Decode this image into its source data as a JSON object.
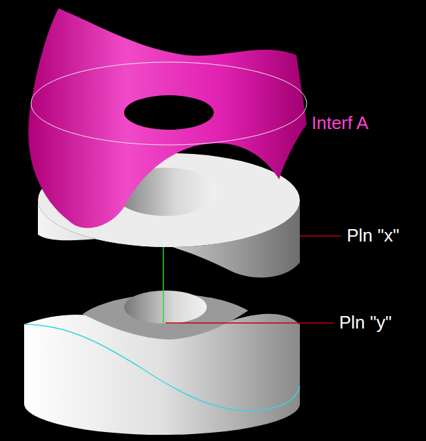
{
  "diagram": {
    "labels": [
      "Interf A",
      "Pln \"x\"",
      "Pln \"y\""
    ]
  }
}
